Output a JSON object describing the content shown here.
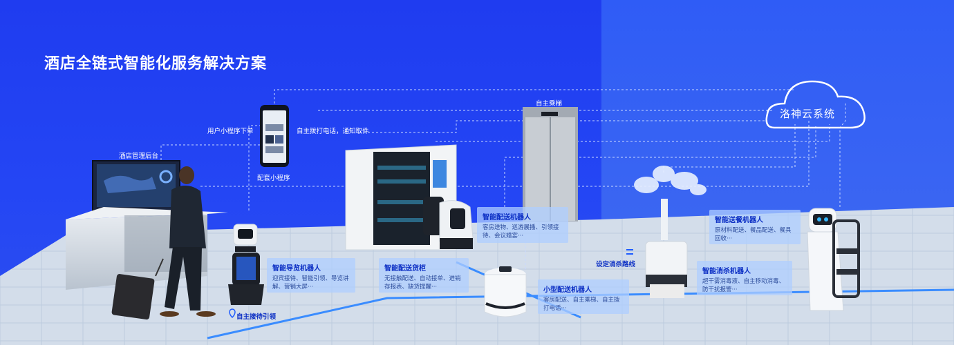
{
  "title": "酒店全链式智能化服务解决方案",
  "cloud": "洛神云系统",
  "labels": {
    "hotel_backend": "酒店管理后台",
    "mini_program_order": "用户小程序下单",
    "mini_program": "配套小程序",
    "phone_notify": "自主拨打电话，通知取件",
    "elevator": "自主乘梯",
    "disinfect_route": "设定消杀路线",
    "reception_guide": "自主接待引领"
  },
  "panels": {
    "guide": {
      "title": "智能导览机器人",
      "desc": "迎宾接待、智能引领、导览讲解、营销大屏···"
    },
    "cabinet": {
      "title": "智能配送货柜",
      "desc": "无接触配送、自动接单、进销存报表、缺货提醒···"
    },
    "delivery": {
      "title": "智能配送机器人",
      "desc": "客房送物、巡游展播、引领接待、会议婚宴···"
    },
    "small_delivery": {
      "title": "小型配送机器人",
      "desc": "客房配送、自主乘梯、自主拨打电话···"
    },
    "disinfect": {
      "title": "智能消杀机器人",
      "desc": "超干雾消毒液、自主移动消毒、防干扰报警···"
    },
    "food": {
      "title": "智能送餐机器人",
      "desc": "原材料配送、餐品配送、餐具回收···"
    }
  },
  "colors": {
    "wall": "#2446f4",
    "floor": "#c9d6e6",
    "panel_title": "#0c2fc4"
  }
}
